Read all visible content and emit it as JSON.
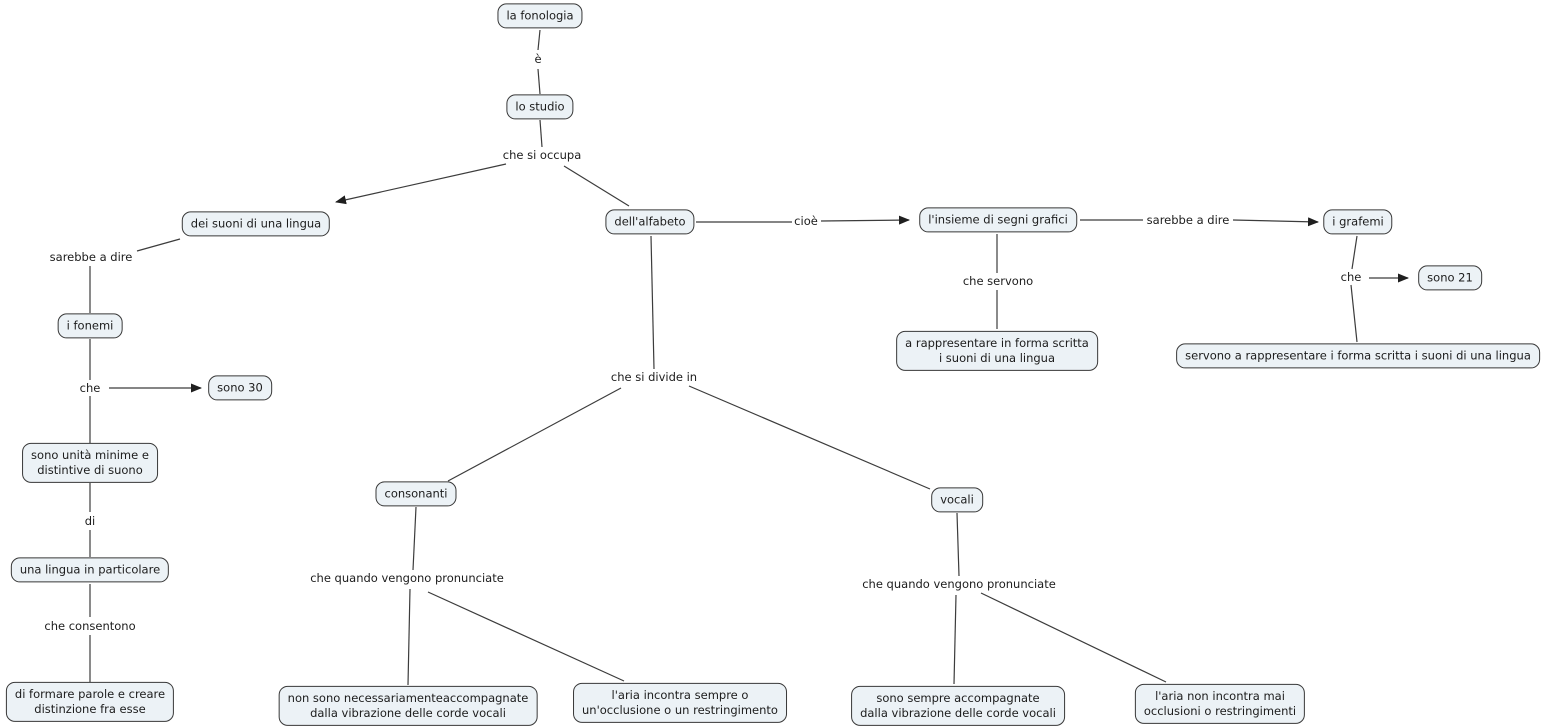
{
  "diagram": {
    "type": "concept-map",
    "topic": "la fonologia",
    "colors": {
      "background": "#ffffff",
      "node_fill": "#ecf2f6",
      "node_border": "#383838",
      "text": "#1c1c1c",
      "line": "#3c3c3c"
    }
  },
  "nodes": {
    "la_fonologia": {
      "label": "la fonologia"
    },
    "lo_studio": {
      "label": "lo studio"
    },
    "dei_suoni": {
      "label": "dei suoni di una lingua"
    },
    "dell_alfabeto": {
      "label": "dell'alfabeto"
    },
    "insieme_segni": {
      "label": "l'insieme di segni grafici"
    },
    "i_grafemi": {
      "label": "i grafemi"
    },
    "sono_21": {
      "label": "sono 21"
    },
    "servono_wide": {
      "label": "servono a rappresentare i forma scritta i suoni di una lingua"
    },
    "a_rappresentare": {
      "label": "a rappresentare in forma scritta\ni suoni di una lingua"
    },
    "i_fonemi": {
      "label": "i fonemi"
    },
    "sono_30": {
      "label": "sono 30"
    },
    "sono_unita": {
      "label": "sono unità minime e\ndistintive di suono"
    },
    "una_lingua": {
      "label": "una lingua in particolare"
    },
    "di_formare": {
      "label": "di formare parole e creare\ndistinzione fra esse"
    },
    "consonanti": {
      "label": "consonanti"
    },
    "vocali": {
      "label": "vocali"
    },
    "non_sono": {
      "label": "non sono necessariamenteaccompagnate\ndalla vibrazione delle corde vocali"
    },
    "aria_incontra": {
      "label": "l'aria incontra sempre o\nun'occlusione o un restringimento"
    },
    "sono_sempre": {
      "label": "sono sempre accompagnate\ndalla vibrazione delle corde vocali"
    },
    "aria_non": {
      "label": "l'aria non incontra mai\nocclusioni o restringimenti"
    }
  },
  "link_labels": {
    "e": "è",
    "che_si_occupa": "che si occupa",
    "sarebbe_a_dire_left": "sarebbe a dire",
    "che_left": "che",
    "di": "di",
    "che_consentono": "che consentono",
    "cioe": "cioè",
    "che_servono": "che servono",
    "sarebbe_a_dire_right": "sarebbe a dire",
    "che_right": "che",
    "che_si_divide_in": "che si divide in",
    "che_quando_cons": "che quando vengono pronunciate",
    "che_quando_voc": "che quando vengono pronunciate"
  }
}
